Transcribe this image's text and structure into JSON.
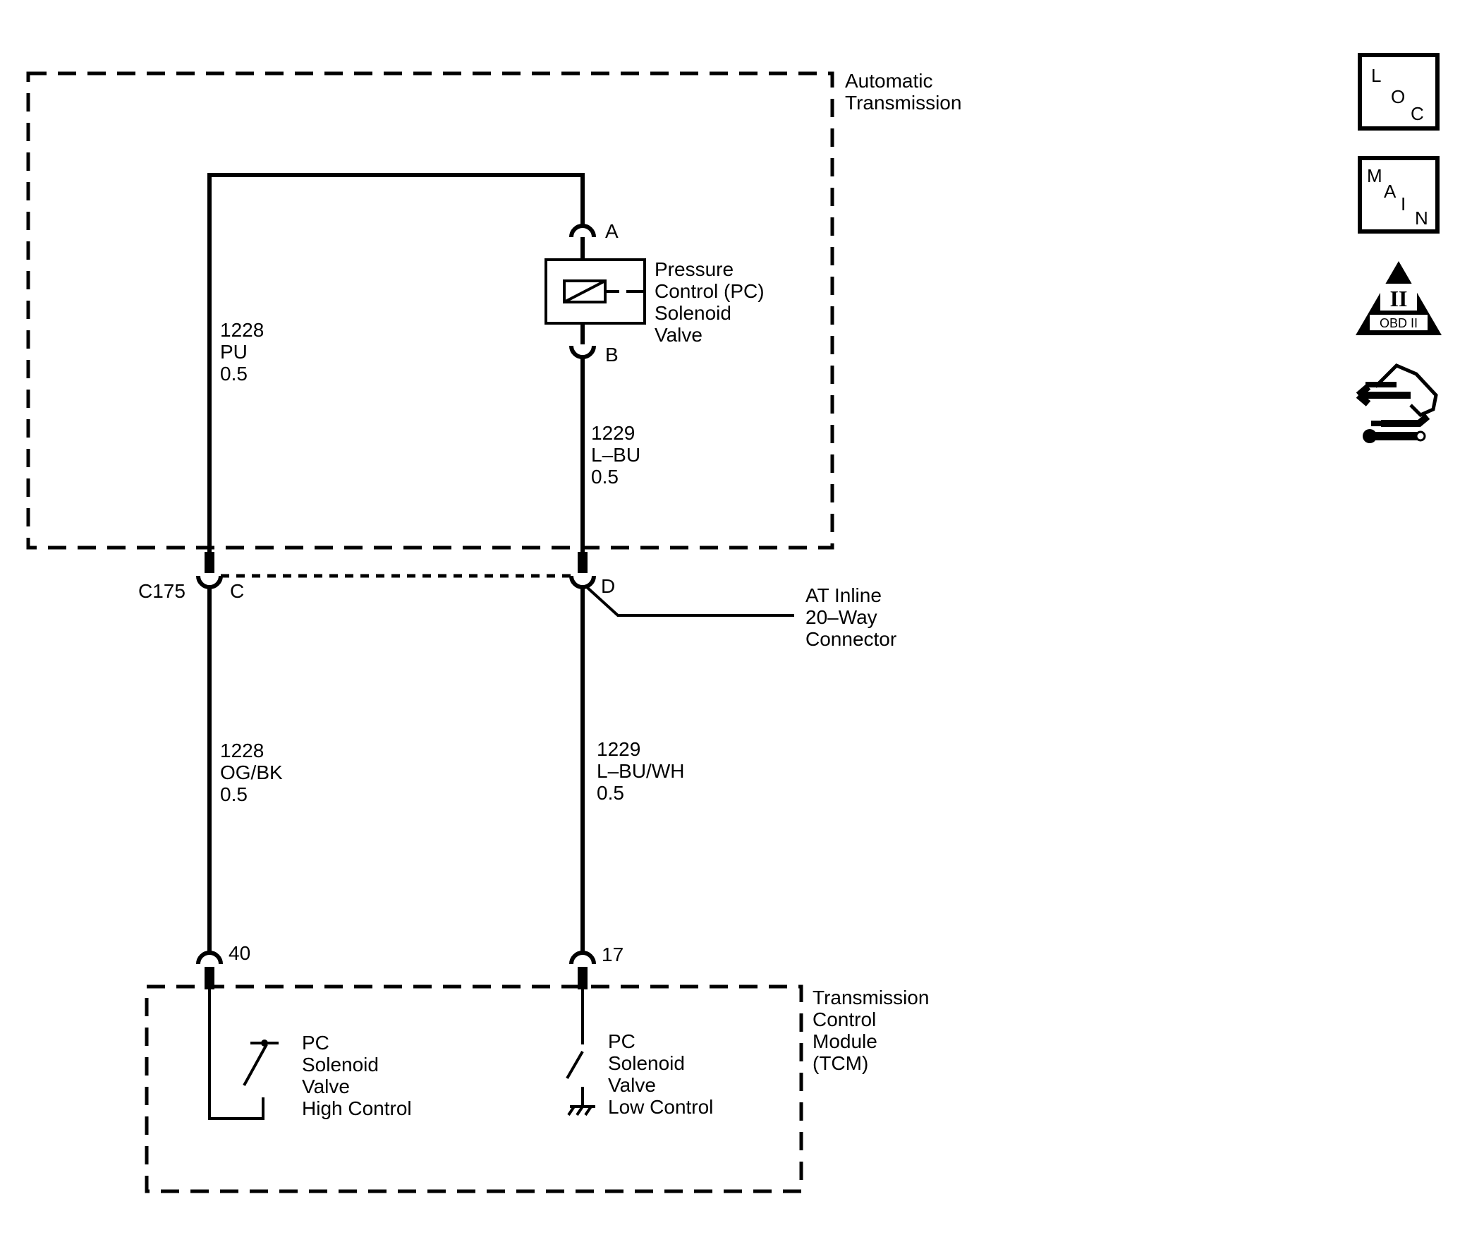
{
  "automatic_transmission": {
    "line1": "Automatic",
    "line2": "Transmission"
  },
  "pc_solenoid": {
    "line1": "Pressure",
    "line2": "Control (PC)",
    "line3": "Solenoid",
    "line4": "Valve"
  },
  "terminals": {
    "a": "A",
    "b": "B",
    "c": "C",
    "d": "D",
    "t40": "40",
    "t17": "17"
  },
  "connector": {
    "id": "C175",
    "line1": "AT Inline",
    "line2": "20–Way",
    "line3": "Connector"
  },
  "wires": {
    "left_upper": {
      "circuit": "1228",
      "color": "PU",
      "gauge": "0.5"
    },
    "right_upper": {
      "circuit": "1229",
      "color": "L–BU",
      "gauge": "0.5"
    },
    "left_lower": {
      "circuit": "1228",
      "color": "OG/BK",
      "gauge": "0.5"
    },
    "right_lower": {
      "circuit": "1229",
      "color": "L–BU/WH",
      "gauge": "0.5"
    }
  },
  "tcm": {
    "line1": "Transmission",
    "line2": "Control",
    "line3": "Module",
    "line4": "(TCM)"
  },
  "high_control": {
    "line1": "PC",
    "line2": "Solenoid",
    "line3": "Valve",
    "line4": "High Control"
  },
  "low_control": {
    "line1": "PC",
    "line2": "Solenoid",
    "line3": "Valve",
    "line4": "Low Control"
  },
  "side_icons": {
    "loc": {
      "l1": "L",
      "l2": "O",
      "l3": "C"
    },
    "main": {
      "l1": "M",
      "l2": "A",
      "l3": "I",
      "l4": "N"
    },
    "obd": {
      "numeral": "II",
      "label": "OBD II"
    },
    "diag_icon": "diagnostic-arrows-wrench-icon"
  }
}
